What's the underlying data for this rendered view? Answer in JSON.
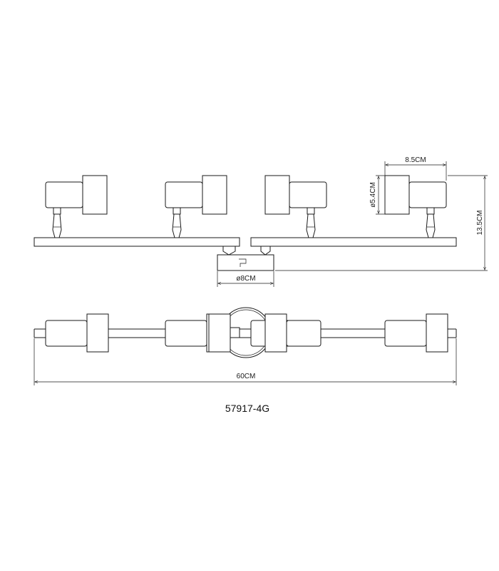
{
  "dimensions": {
    "head_width": "8.5CM",
    "head_height": "ø5.4CM",
    "total_height": "13.5CM",
    "base_diameter": "ø8CM",
    "total_length": "60CM"
  },
  "model_number": "57917-4G"
}
